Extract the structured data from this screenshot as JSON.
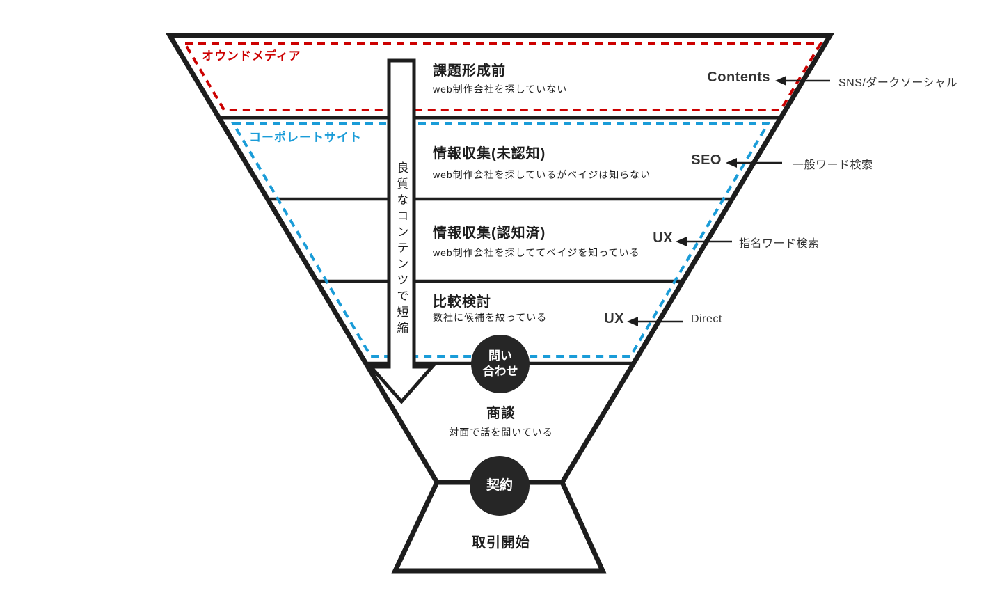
{
  "diagram": {
    "owned_media_label": "オウンドメディア",
    "corporate_site_label": "コーポレートサイト",
    "center_arrow_label": "良質なコンテンツで短縮",
    "stages": [
      {
        "title": "課題形成前",
        "subtitle": "web制作会社を探していない"
      },
      {
        "title": "情報収集(未認知)",
        "subtitle": "web制作会社を探しているがベイジは知らない"
      },
      {
        "title": "情報収集(認知済)",
        "subtitle": "web制作会社を探しててベイジを知っている"
      },
      {
        "title": "比較検討",
        "subtitle": "数社に候補を絞っている"
      },
      {
        "title": "商談",
        "subtitle": "対面で話を聞いている"
      },
      {
        "title": "取引開始",
        "subtitle": ""
      }
    ],
    "milestones": {
      "inquiry_line1": "問い",
      "inquiry_line2": "合わせ",
      "contract": "契約"
    },
    "annotations": [
      {
        "channel": "Contents",
        "source": "SNS/ダークソーシャル"
      },
      {
        "channel": "SEO",
        "source": "一般ワード検索"
      },
      {
        "channel": "UX",
        "source": "指名ワード検索"
      },
      {
        "channel": "UX",
        "source": "Direct"
      }
    ],
    "colors": {
      "line": "#1d1d1d",
      "owned_media": "#cc0000",
      "corporate_site": "#1a9cd8",
      "milestone_circle": "#262626",
      "annotation_text": "#333333"
    }
  }
}
